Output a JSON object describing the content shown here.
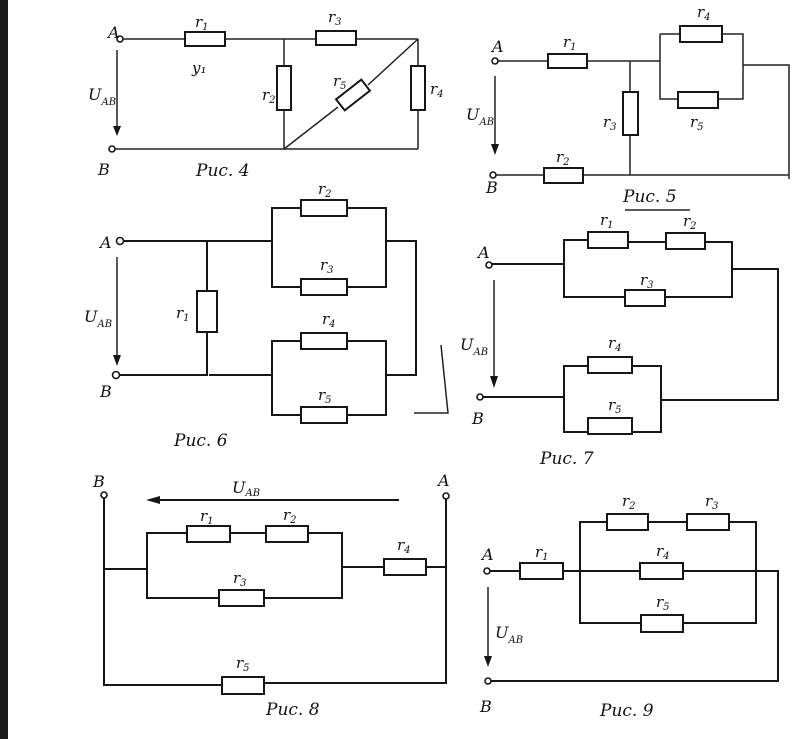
{
  "page": {
    "title": "Electric circuit diagrams, Figs. 4–9"
  },
  "figures": [
    {
      "id": "fig4",
      "caption": "Рис. 4",
      "nodes": {
        "a": "A",
        "b": "B"
      },
      "voltage": {
        "main": "U",
        "sub": "AB"
      },
      "resistors": [
        "r1",
        "r2",
        "r3",
        "r4",
        "r5"
      ],
      "labels": {
        "r1": "r",
        "r1_sub": "1",
        "r2": "r",
        "r2_sub": "2",
        "r3": "r",
        "r3_sub": "3",
        "r4": "r",
        "r4_sub": "4",
        "r5": "r",
        "r5_sub": "5",
        "note": "y₁"
      }
    },
    {
      "id": "fig5",
      "caption": "Рис. 5",
      "nodes": {
        "a": "A",
        "b": "B"
      },
      "voltage": {
        "main": "U",
        "sub": "AB"
      },
      "labels": {
        "r1": "r",
        "r1_sub": "1",
        "r2": "r",
        "r2_sub": "2",
        "r3": "r",
        "r3_sub": "3",
        "r4": "r",
        "r4_sub": "4",
        "r5": "r",
        "r5_sub": "5"
      }
    },
    {
      "id": "fig6",
      "caption": "Рис. 6",
      "nodes": {
        "a": "A",
        "b": "B"
      },
      "voltage": {
        "main": "U",
        "sub": "AB"
      },
      "labels": {
        "r1": "r",
        "r1_sub": "1",
        "r2": "r",
        "r2_sub": "2",
        "r3": "r",
        "r3_sub": "3",
        "r4": "r",
        "r4_sub": "4",
        "r5": "r",
        "r5_sub": "5"
      }
    },
    {
      "id": "fig7",
      "caption": "Рис. 7",
      "nodes": {
        "a": "A",
        "b": "B"
      },
      "voltage": {
        "main": "U",
        "sub": "AB"
      },
      "labels": {
        "r1": "r",
        "r1_sub": "1",
        "r2": "r",
        "r2_sub": "2",
        "r3": "r",
        "r3_sub": "3",
        "r4": "r",
        "r4_sub": "4",
        "r5": "r",
        "r5_sub": "5"
      }
    },
    {
      "id": "fig8",
      "caption": "Рис. 8",
      "nodes": {
        "a": "A",
        "b": "B"
      },
      "voltage": {
        "main": "U",
        "sub": "AB"
      },
      "labels": {
        "r1": "r",
        "r1_sub": "1",
        "r2": "r",
        "r2_sub": "2",
        "r3": "r",
        "r3_sub": "3",
        "r4": "r",
        "r4_sub": "4",
        "r5": "r",
        "r5_sub": "5"
      }
    },
    {
      "id": "fig9",
      "caption": "Рис. 9",
      "nodes": {
        "a": "A",
        "b": "B"
      },
      "voltage": {
        "main": "U",
        "sub": "AB"
      },
      "labels": {
        "r1": "r",
        "r1_sub": "1",
        "r2": "r",
        "r2_sub": "2",
        "r3": "r",
        "r3_sub": "3",
        "r4": "r",
        "r4_sub": "4",
        "r5": "r",
        "r5_sub": "5"
      }
    }
  ]
}
